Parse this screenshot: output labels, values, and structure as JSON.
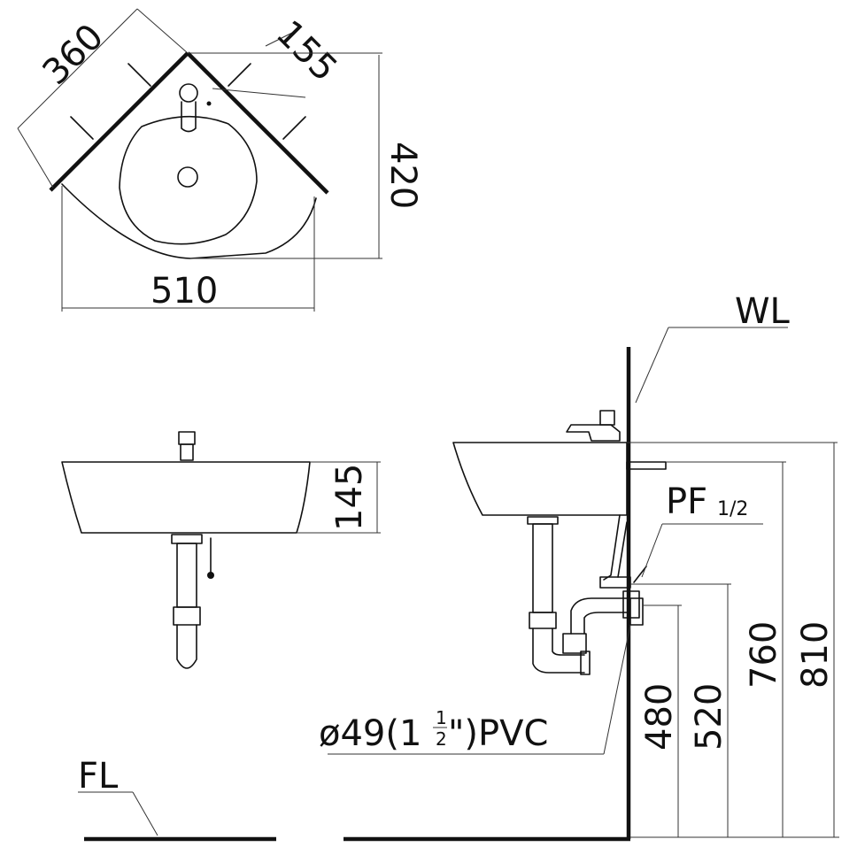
{
  "top_view": {
    "dim_side": "360",
    "dim_tap_offset": "155",
    "dim_depth": "420",
    "dim_width": "510"
  },
  "front_view": {
    "dim_height": "145"
  },
  "side_view": {
    "label_wall": "WL",
    "label_supply": "PF",
    "label_supply_sub": "1/2",
    "label_drain": "ø49(1",
    "label_drain_frac_num": "1",
    "label_drain_frac_den": "2",
    "label_drain_end": "\")PVC",
    "dim_480": "480",
    "dim_520": "520",
    "dim_760": "760",
    "dim_810": "810"
  },
  "floor": {
    "label": "FL"
  }
}
